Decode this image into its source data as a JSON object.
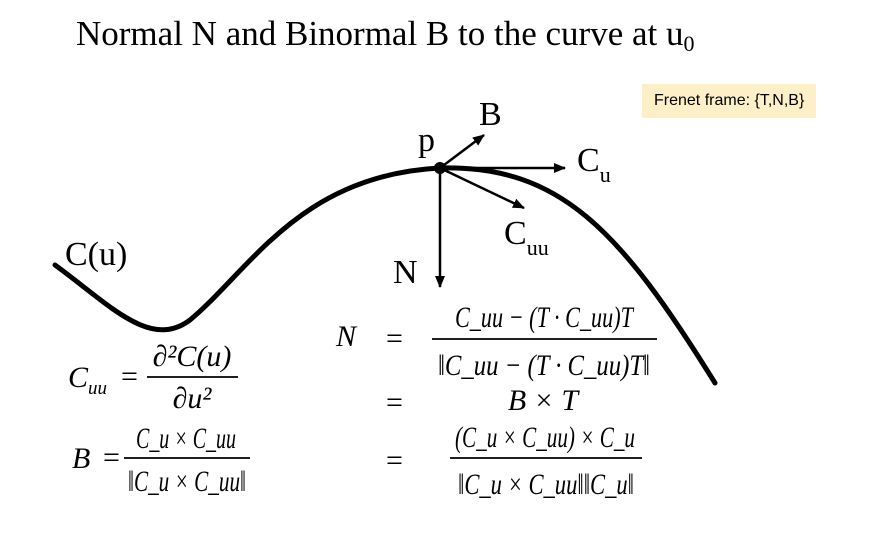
{
  "title": {
    "text": "Normal N and Binormal B to the curve at u",
    "subscript": "0"
  },
  "note": "Frenet frame: {T,N,B}",
  "labels": {
    "curve": "C(u)",
    "point": "p",
    "binormal": "B",
    "normal": "N",
    "tangent_base": "C",
    "tangent_sub": "u",
    "second_base": "C",
    "second_sub": "uu"
  },
  "equations": {
    "cuu": {
      "lhs": "C",
      "lhs_sub": "uu",
      "eq": "=",
      "num": "∂²C(u)",
      "den": "∂u²"
    },
    "b": {
      "lhs": "B",
      "eq": "=",
      "num": "C_u × C_uu",
      "den": "‖C_u × C_uu‖"
    },
    "n1": {
      "lhs": "N",
      "eq": "=",
      "num": "C_uu − (T · C_uu)T",
      "den": "‖C_uu − (T · C_uu)T‖"
    },
    "n2": {
      "eq": "=",
      "rhs": "B × T"
    },
    "n3": {
      "eq": "=",
      "num": "(C_u × C_uu) × C_u",
      "den": "‖C_u × C_uu‖‖C_u‖"
    }
  },
  "colors": {
    "stroke": "#000000",
    "note_bg": "#fdf0c8"
  }
}
